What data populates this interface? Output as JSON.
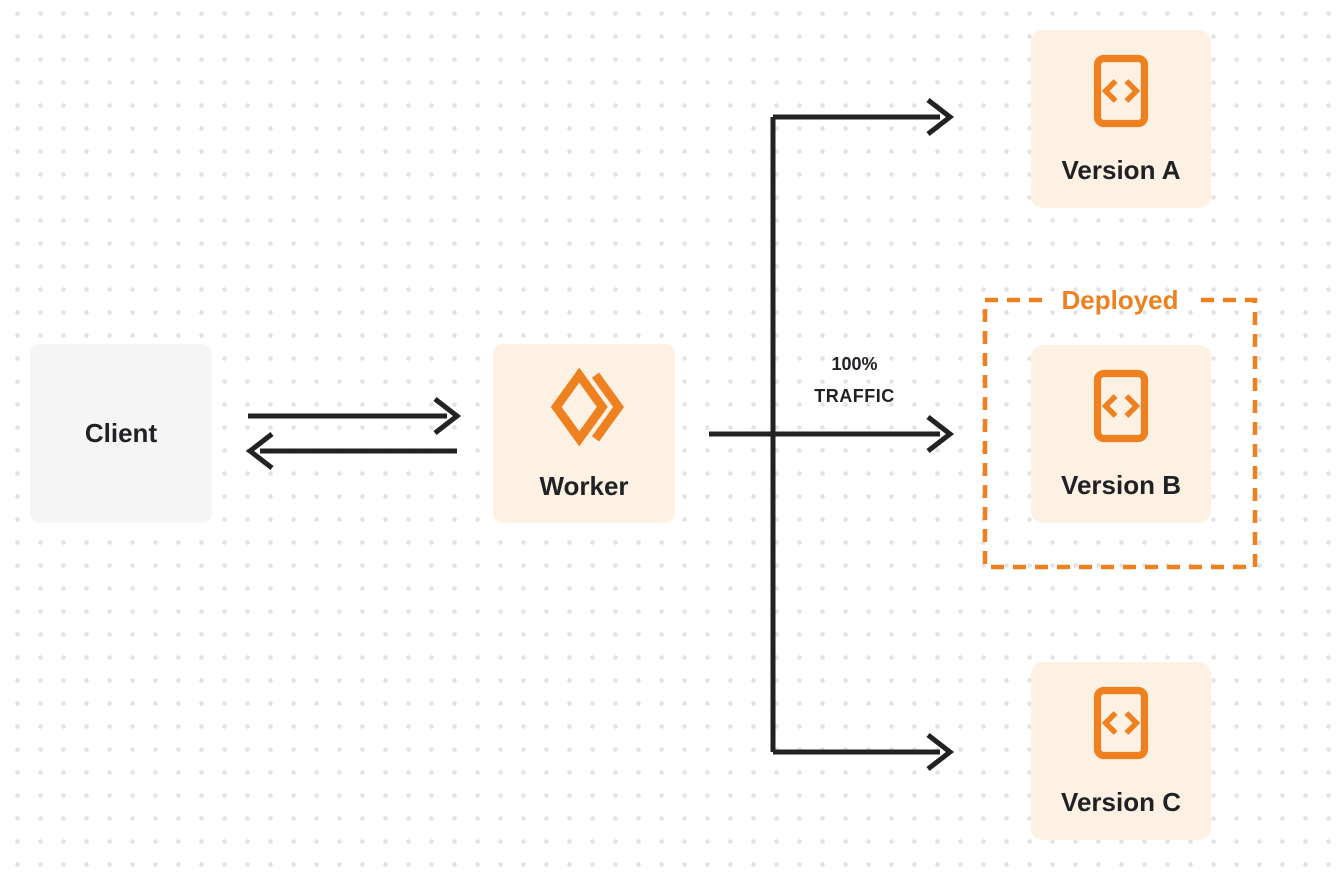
{
  "diagram_title": "worker-version-traffic-routing",
  "colors": {
    "orange": "#EF801F",
    "cream": "#FCF1E2",
    "gray": "#F5F5F6",
    "line": "#222222",
    "text": "#1F2124",
    "dot": "#E3E3E4",
    "background": "#FFFFFF"
  },
  "nodes": {
    "client": {
      "label": "Client"
    },
    "worker": {
      "label": "Worker",
      "icon": "cloudflare-workers-icon"
    },
    "version_a": {
      "label": "Version A",
      "icon": "code-file-icon"
    },
    "version_b": {
      "label": "Version B",
      "icon": "code-file-icon"
    },
    "version_c": {
      "label": "Version C",
      "icon": "code-file-icon"
    }
  },
  "annotations": {
    "deployed_group": {
      "label": "Deployed",
      "contains": "Version B"
    },
    "traffic": {
      "line1": "100%",
      "line2": "TRAFFIC",
      "on_branch": "worker-to-version-b"
    }
  },
  "edges": [
    {
      "from": "client",
      "to": "worker",
      "direction": "bidirectional"
    },
    {
      "from": "worker",
      "to": "version_a",
      "direction": "forward"
    },
    {
      "from": "worker",
      "to": "version_b",
      "direction": "forward",
      "label": "100% TRAFFIC"
    },
    {
      "from": "worker",
      "to": "version_c",
      "direction": "forward"
    }
  ]
}
